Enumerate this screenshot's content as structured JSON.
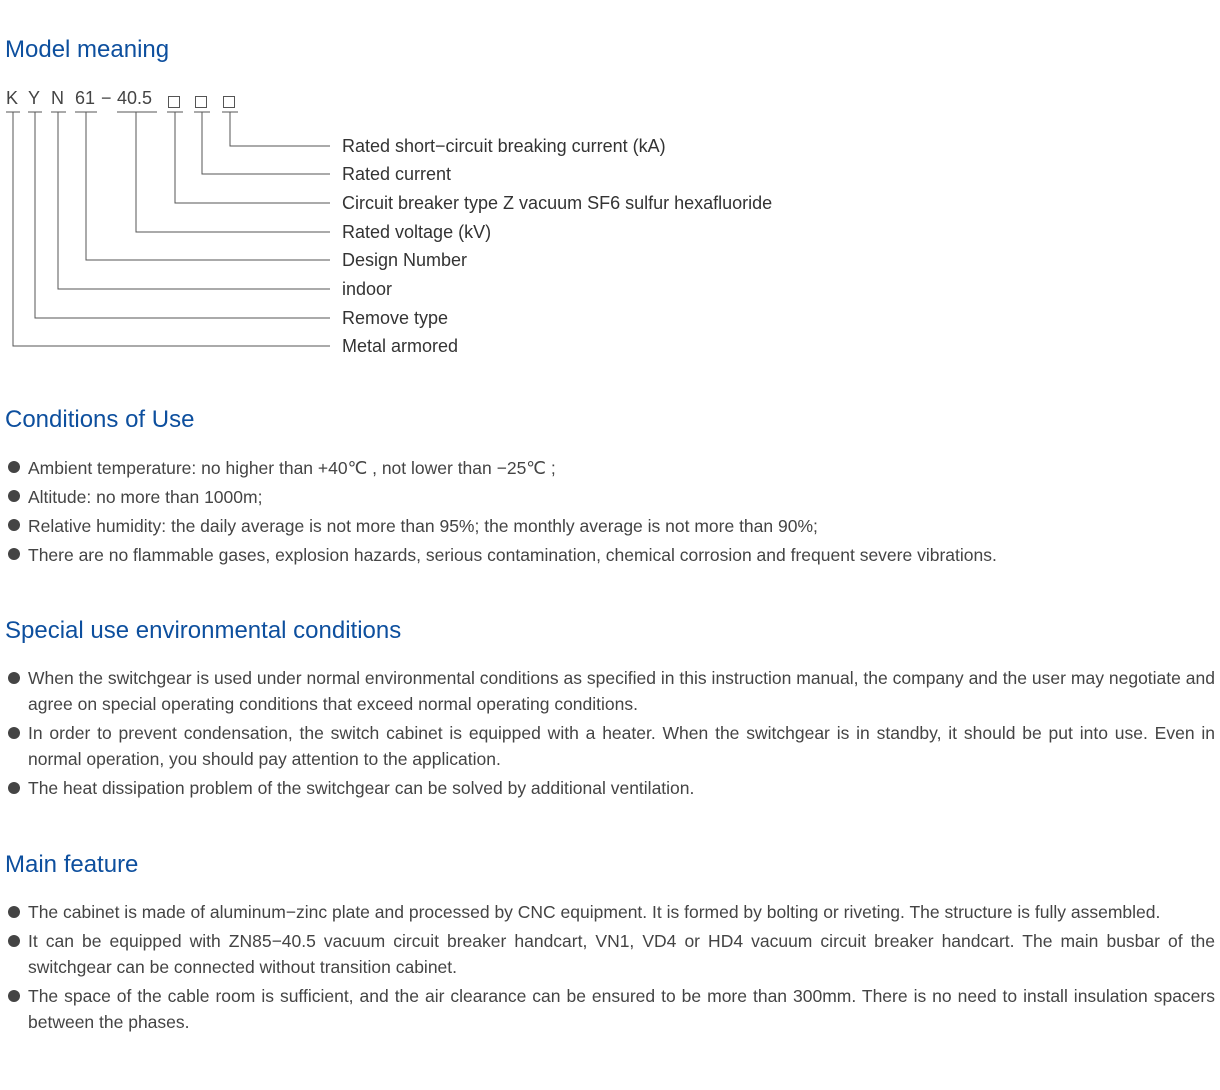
{
  "model_meaning": {
    "heading": "Model meaning",
    "code": [
      "K",
      "Y",
      "N",
      "61",
      "−",
      "40.5"
    ],
    "labels": [
      "Rated short−circuit breaking current (kA)",
      "Rated current",
      "Circuit breaker type Z vacuum SF6 sulfur hexafluoride",
      "Rated voltage (kV)",
      "Design Number",
      "indoor",
      "Remove type",
      "Metal armored"
    ]
  },
  "conditions_of_use": {
    "heading": "Conditions of Use",
    "items": [
      "Ambient temperature: no higher than +40℃ , not lower than −25℃ ;",
      "Altitude: no more than 1000m;",
      "Relative humidity: the daily average is not more than 95%; the monthly average is not more than 90%;",
      "There are no flammable gases, explosion hazards, serious contamination, chemical corrosion and frequent severe vibrations."
    ]
  },
  "special_conditions": {
    "heading": "Special use environmental conditions",
    "items": [
      "When the switchgear is used under normal environmental conditions as specified in this instruction manual, the company and the user may negotiate and agree on special operating conditions that exceed normal operating conditions.",
      "In order to prevent condensation, the switch cabinet is equipped with a heater. When the switchgear is in standby, it should be put into use. Even in normal operation, you should pay attention to the application.",
      "The heat dissipation problem of the switchgear can be solved by additional ventilation."
    ]
  },
  "main_feature": {
    "heading": "Main feature",
    "items": [
      "The cabinet is made of aluminum−zinc plate and processed by CNC equipment. It is formed by bolting or riveting. The structure is fully assembled.",
      "It can be equipped with ZN85−40.5 vacuum circuit breaker handcart, VN1, VD4 or HD4 vacuum circuit breaker handcart. The main busbar of the switchgear can be connected without transition cabinet.",
      "The space of the cable room is sufficient, and the air clearance can be ensured to be more than 300mm. There is no need to install insulation spacers between the phases."
    ]
  },
  "colors": {
    "heading": "#0d4f9e",
    "text": "#444444",
    "line": "#555555"
  }
}
